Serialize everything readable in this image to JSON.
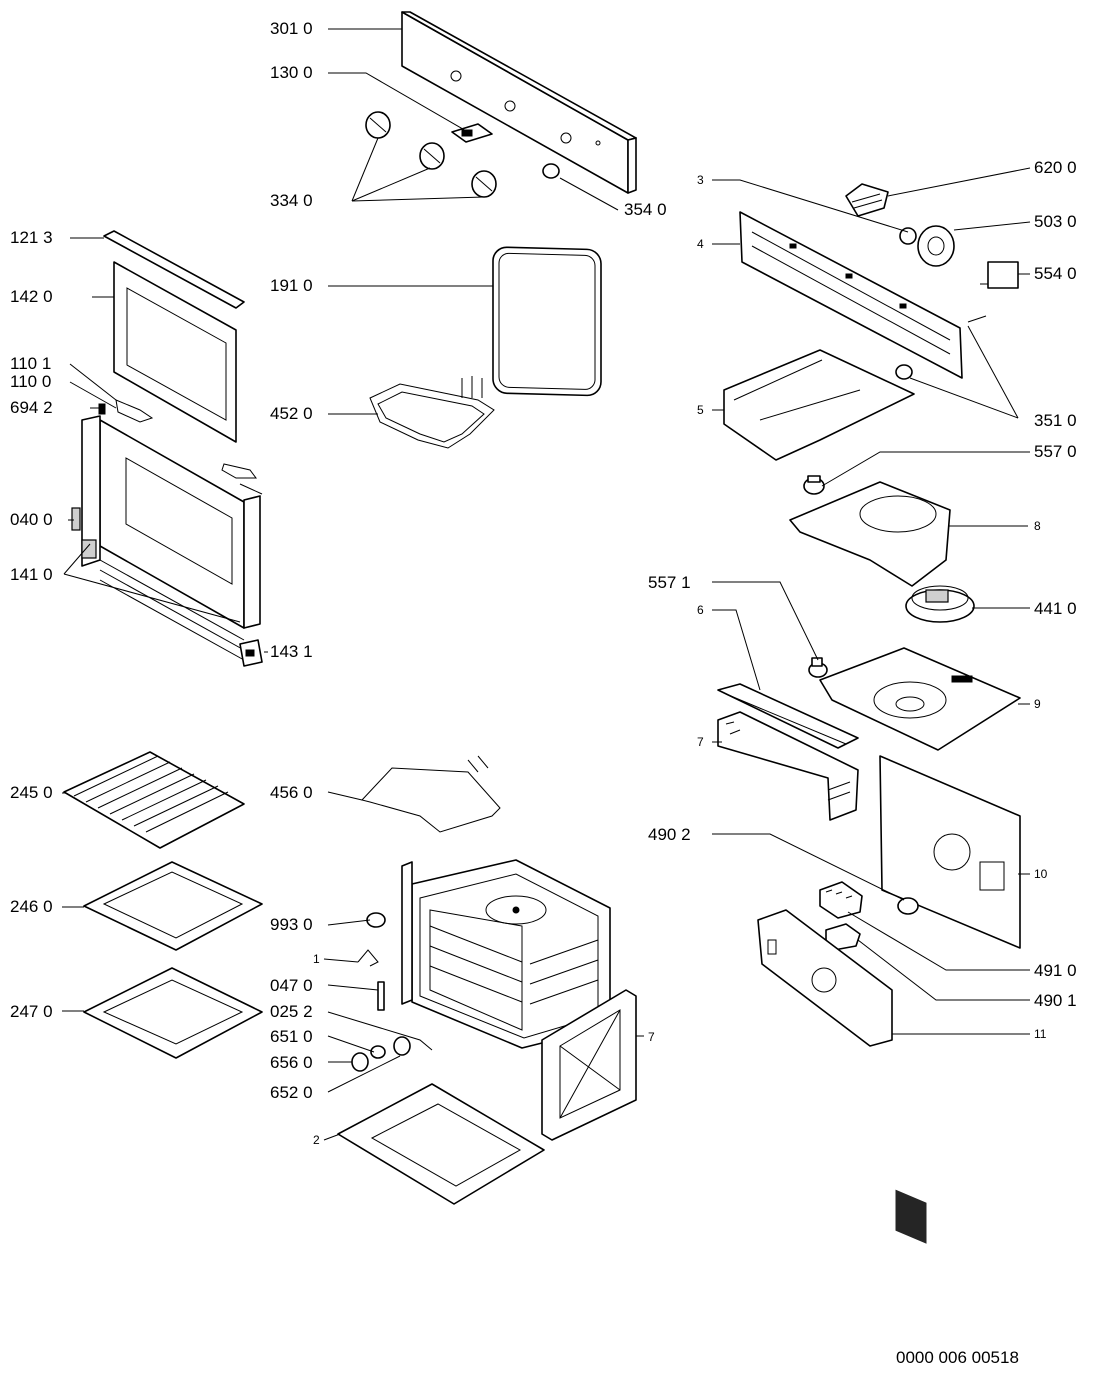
{
  "labels": {
    "p3010": "301 0",
    "p1300": "130 0",
    "p3340": "334 0",
    "p3540": "354 0",
    "p1213": "121 3",
    "p1420": "142 0",
    "p1910": "191 0",
    "p1101": "110 1",
    "p1100": "110 0",
    "p6942": "694 2",
    "p4520": "452 0",
    "p0400": "040 0",
    "p1410": "141 0",
    "p1431": "143 1",
    "p6200": "620 0",
    "p5030": "503 0",
    "p5540": "554 0",
    "p3510": "351 0",
    "p5570": "557 0",
    "p4410": "441 0",
    "p5571": "557 1",
    "p4902": "490 2",
    "p4910": "491 0",
    "p4901": "490 1",
    "p2450": "245 0",
    "p4560": "456 0",
    "p2460": "246 0",
    "p9930": "993 0",
    "p0470": "047 0",
    "p0252": "025 2",
    "p6510": "651 0",
    "p6560": "656 0",
    "p6520": "652 0",
    "p2470": "247 0",
    "n1": "1",
    "n2": "2",
    "n3": "3",
    "n4": "4",
    "n5": "5",
    "n6": "6",
    "n7a": "7",
    "n7b": "7",
    "n8": "8",
    "n9": "9",
    "n10": "10",
    "n11": "11"
  },
  "drawing_number": "0000 006 00518"
}
